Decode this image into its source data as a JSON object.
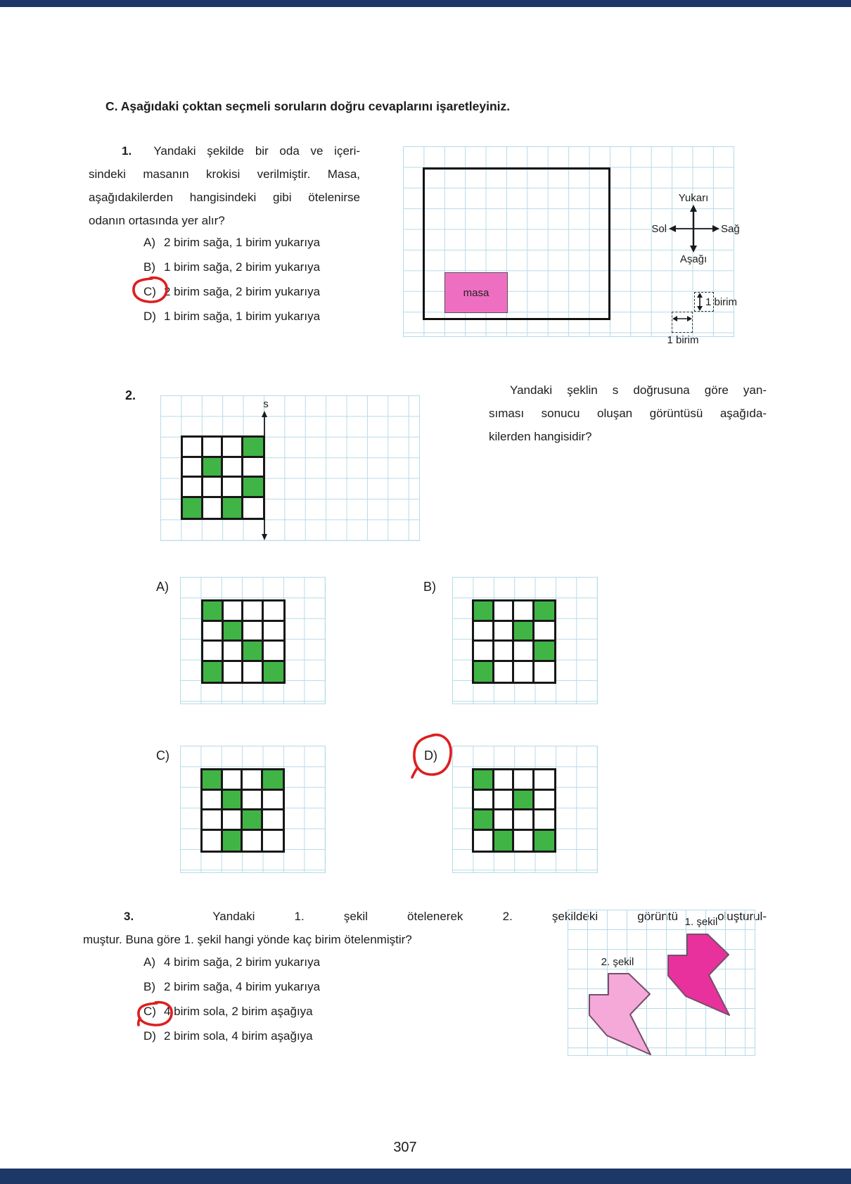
{
  "header": "C. Aşağıdaki çoktan seçmeli soruların doğru cevaplarını işaretleyiniz.",
  "page_number": "307",
  "colors": {
    "green": "#40b546",
    "masa_pink": "#ee6fc1",
    "magenta": "#e8319c",
    "light_pink": "#f4a9d8",
    "shape_stroke": "#74506b",
    "grid_blue": "#b6dbe7",
    "annotation_red": "#dd1f1f",
    "bar_navy": "#1d3766"
  },
  "q1": {
    "number": "1.",
    "lines": [
      "Yandaki şekilde bir oda ve içeri-",
      "sindeki masanın krokisi verilmiştir. Masa,",
      "aşağıdakilerden hangisindeki gibi ötelenirse",
      "odanın ortasında yer alır?"
    ],
    "options": [
      {
        "label": "A)",
        "text": "2 birim sağa, 1 birim yukarıya",
        "circled": false
      },
      {
        "label": "B)",
        "text": "1 birim sağa, 2 birim yukarıya",
        "circled": false
      },
      {
        "label": "C)",
        "text": "2 birim sağa, 2 birim yukarıya",
        "circled": true
      },
      {
        "label": "D)",
        "text": "1 birim sağa, 1 birim yukarıya",
        "circled": false
      }
    ],
    "figure": {
      "table_label": "masa",
      "compass": {
        "up": "Yukarı",
        "down": "Aşağı",
        "left": "Sol",
        "right": "Sağ"
      },
      "unit_vertical": "1 birim",
      "unit_horizontal": "1 birim"
    }
  },
  "q2": {
    "number": "2.",
    "axis_label": "s",
    "lines": [
      "Yandaki şeklin s doğrusuna göre yan-",
      "sıması sonucu oluşan görüntüsü aşağıda-",
      "kilerden hangisidir?"
    ],
    "figure": {
      "grid": [
        [
          0,
          0,
          0,
          1
        ],
        [
          0,
          1,
          0,
          0
        ],
        [
          0,
          0,
          0,
          1
        ],
        [
          1,
          0,
          1,
          0
        ]
      ]
    },
    "options": [
      {
        "label": "A)",
        "grid": [
          [
            1,
            0,
            0,
            0
          ],
          [
            0,
            1,
            0,
            0
          ],
          [
            0,
            0,
            1,
            0
          ],
          [
            1,
            0,
            0,
            1
          ]
        ],
        "circled": false
      },
      {
        "label": "B)",
        "grid": [
          [
            1,
            0,
            0,
            1
          ],
          [
            0,
            0,
            1,
            0
          ],
          [
            0,
            0,
            0,
            1
          ],
          [
            1,
            0,
            0,
            0
          ]
        ],
        "circled": false
      },
      {
        "label": "C)",
        "grid": [
          [
            1,
            0,
            0,
            1
          ],
          [
            0,
            1,
            0,
            0
          ],
          [
            0,
            0,
            1,
            0
          ],
          [
            0,
            1,
            0,
            0
          ]
        ],
        "circled": false
      },
      {
        "label": "D)",
        "grid": [
          [
            1,
            0,
            0,
            0
          ],
          [
            0,
            0,
            1,
            0
          ],
          [
            1,
            0,
            0,
            0
          ],
          [
            0,
            1,
            0,
            1
          ]
        ],
        "circled": true
      }
    ]
  },
  "q3": {
    "number": "3.",
    "lines": [
      "Yandaki 1. şekil ötelenerek 2. şekildeki görüntü oluşturul-",
      "muştur. Buna göre 1. şekil hangi yönde kaç birim ötelenmiştir?"
    ],
    "options": [
      {
        "label": "A)",
        "text": "4 birim sağa, 2 birim yukarıya",
        "circled": false
      },
      {
        "label": "B)",
        "text": "2 birim sağa, 4 birim yukarıya",
        "circled": false
      },
      {
        "label": "C)",
        "text": "4 birim sola, 2 birim aşağıya",
        "circled": true
      },
      {
        "label": "D)",
        "text": "2 birim sola, 4 birim aşağıya",
        "circled": false
      }
    ],
    "figure": {
      "shape1_label": "1. şekil",
      "shape2_label": "2. şekil"
    }
  }
}
